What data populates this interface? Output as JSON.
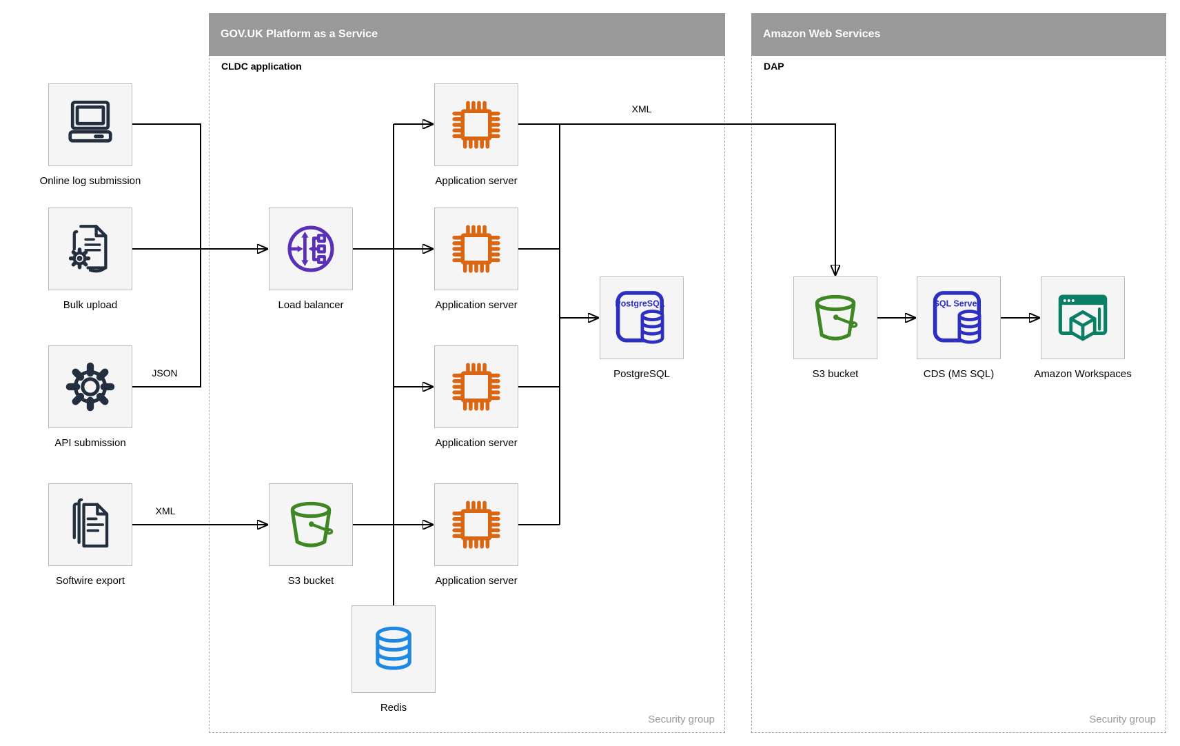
{
  "colors": {
    "header_bg": "#999999",
    "header_text": "#ffffff",
    "box_bg": "#f5f5f5",
    "box_border": "#b9b9b9",
    "container_border": "#a6a6a6",
    "edge": "#000000",
    "muted_text": "#999999",
    "navy": "#232f3e",
    "orange": "#d86613",
    "purple": "#5b30b8",
    "green": "#3f8624",
    "indigo": "#2d2fc0",
    "blue": "#1e88e5",
    "teal": "#0a7f66"
  },
  "containers": {
    "paas": {
      "title": "GOV.UK Platform as a Service",
      "sublabel": "CLDC application",
      "footer": "Security group"
    },
    "aws": {
      "title": "Amazon Web Services",
      "sublabel": "DAP",
      "footer": "Security group"
    }
  },
  "nodes": {
    "online_log": {
      "label": "Online log submission"
    },
    "bulk_upload": {
      "label": "Bulk upload"
    },
    "api_submission": {
      "label": "API submission"
    },
    "softwire_export": {
      "label": "Softwire export"
    },
    "load_balancer": {
      "label": "Load balancer"
    },
    "s3_paas": {
      "label": "S3 bucket"
    },
    "app_server_1": {
      "label": "Application server"
    },
    "app_server_2": {
      "label": "Application server"
    },
    "app_server_3": {
      "label": "Application server"
    },
    "app_server_4": {
      "label": "Application server"
    },
    "postgresql": {
      "label": "PostgreSQL",
      "icon_text": "PostgreSQL"
    },
    "redis": {
      "label": "Redis"
    },
    "s3_aws": {
      "label": "S3 bucket"
    },
    "cds": {
      "label": "CDS (MS SQL)",
      "icon_text": "SQL Server"
    },
    "workspaces": {
      "label": "Amazon Workspaces"
    }
  },
  "edge_labels": {
    "api_json": "JSON",
    "softwire_xml": "XML",
    "aws_xml": "XML"
  }
}
